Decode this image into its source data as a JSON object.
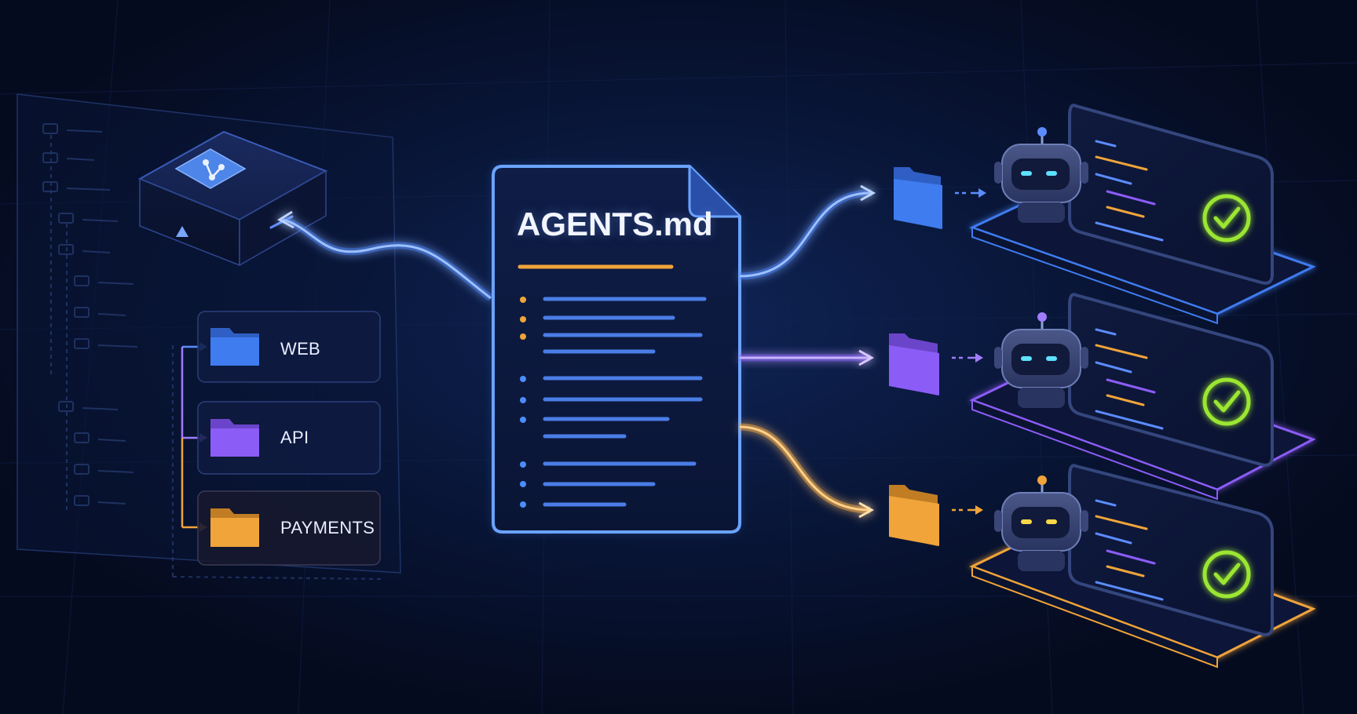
{
  "document": {
    "title": "AGENTS.md"
  },
  "folders": [
    {
      "label": "WEB",
      "color": "#3f7cf0"
    },
    {
      "label": "API",
      "color": "#8b5cf6"
    },
    {
      "label": "PAYMENTS",
      "color": "#f0a43a"
    }
  ],
  "colors": {
    "background": "#050b1f",
    "blue": "#3f7cf0",
    "purple": "#8b5cf6",
    "orange": "#f0a43a",
    "check": "#9be633",
    "glow": "#4c8dff"
  },
  "icons": {
    "repo": "git-branch-icon",
    "folder": "folder-icon",
    "agent": "robot-icon",
    "status": "check-circle-icon"
  }
}
